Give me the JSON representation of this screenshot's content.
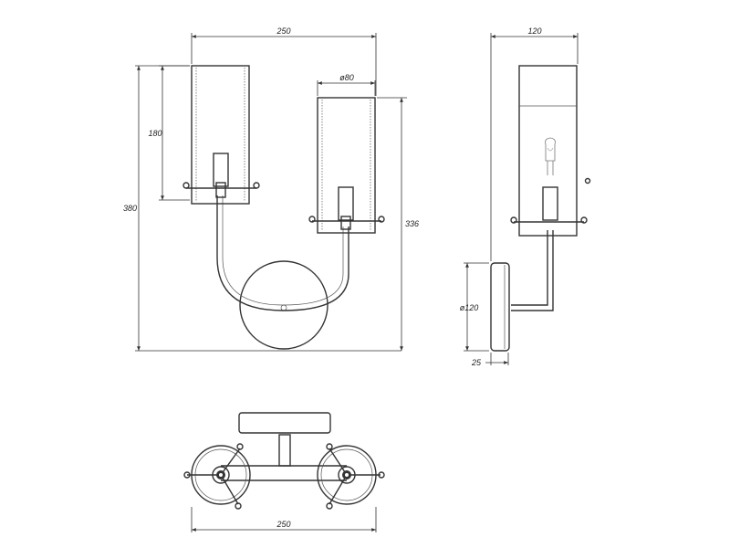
{
  "front_view": {
    "width_dim": "250",
    "shade_diameter_dim": "ø80",
    "shade_height_dim": "180",
    "total_height_dim": "380",
    "right_height_dim": "336"
  },
  "side_view": {
    "depth_dim": "120",
    "backplate_diameter_dim": "ø120",
    "backplate_thickness_dim": "25"
  },
  "top_view": {
    "width_dim": "250"
  },
  "colors": {
    "line": "#333333",
    "shade_fill": "#f4f4f4",
    "background": "#ffffff"
  }
}
